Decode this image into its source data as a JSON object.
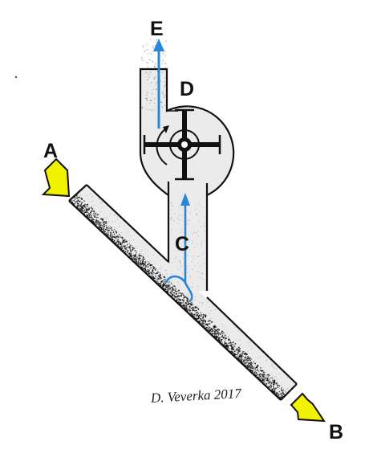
{
  "labels": {
    "a": "A",
    "b": "B",
    "c": "C",
    "d": "D",
    "e": "E"
  },
  "signature": "D. Veverka 2017",
  "colors": {
    "flow_arrow": "#2b86d6",
    "io_arrow": "#f2f200",
    "ink": "#111111",
    "pipe_fill": "#ebebeb"
  }
}
